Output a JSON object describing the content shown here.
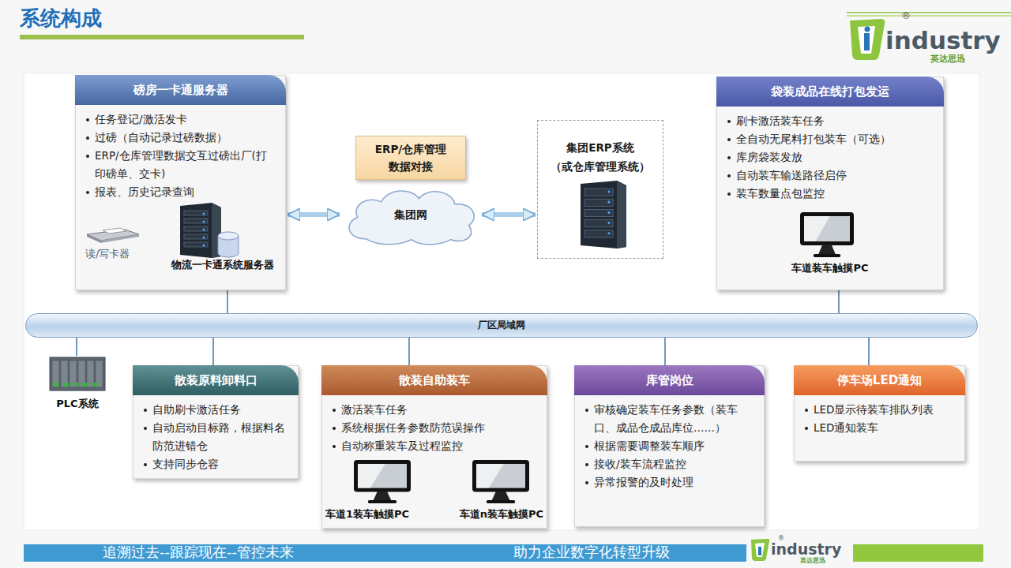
{
  "diagram": {
    "title": "系统构成",
    "nodes": [
      {
        "text": [
          "磅房一卡通服务器",
          "任务登记/激活发卡",
          "过磅（自动记录过磅数据）",
          "ERP/仓库管理数据交互过磅出厂(打印磅单、交卡)",
          "报表、历史记录查询",
          "读/写卡器",
          "物流一卡通系统服务器"
        ]
      },
      {
        "text": [
          "ERP/仓库管理 数据对接"
        ]
      },
      {
        "text": [
          "集团网"
        ]
      },
      {
        "text": [
          "集团ERP系统 （或仓库管理系统）"
        ]
      },
      {
        "text": [
          "袋装成品在线打包发运",
          "刷卡激活装车任务",
          "全自动无尾料打包装车（可选）",
          "库房袋装发放",
          "自动装车输送路径启停",
          "装车数量点包监控",
          "车道装车触摸PC"
        ]
      },
      {
        "text": [
          "厂区局域网"
        ]
      },
      {
        "text": [
          "PLC系统"
        ]
      },
      {
        "text": [
          "散装原料卸料口",
          "自助刷卡激活任务",
          "自动启动目标路，根据料名防范进错仓",
          "支持同步仓容"
        ]
      },
      {
        "text": [
          "散装自助装车",
          "激活装车任务",
          "系统根据任务参数防范误操作",
          "自动称重装车及过程监控",
          "车道1装车触摸PC",
          "车道n装车触摸PC"
        ]
      },
      {
        "text": [
          "库管岗位",
          "审核确定装车任务参数（装车口、成品仓成品库位……）",
          "根据需要调整装车顺序",
          "接收/装车流程监控",
          "异常报警的及时处理"
        ]
      },
      {
        "text": [
          "停车场LED通知",
          "LED显示待装车排队列表",
          "LED通知装车"
        ]
      }
    ],
    "edges": [
      {
        "from": 0,
        "to": 2,
        "arrow": "both"
      },
      {
        "from": 2,
        "to": 3,
        "arrow": "both"
      },
      {
        "from": 0,
        "to": 5,
        "arrow": "none"
      },
      {
        "from": 4,
        "to": 5,
        "arrow": "none"
      },
      {
        "from": 5,
        "to": 6,
        "arrow": "none"
      },
      {
        "from": 5,
        "to": 7,
        "arrow": "none"
      },
      {
        "from": 5,
        "to": 8,
        "arrow": "none"
      },
      {
        "from": 5,
        "to": 9,
        "arrow": "none"
      },
      {
        "from": 5,
        "to": 10,
        "arrow": "none"
      }
    ],
    "labels": [
      "industry",
      "英达思迅",
      "®",
      "追溯过去--跟踪现在--管控未来",
      "助力企业数字化转型升级",
      "industry",
      "英达思迅",
      "®"
    ]
  }
}
